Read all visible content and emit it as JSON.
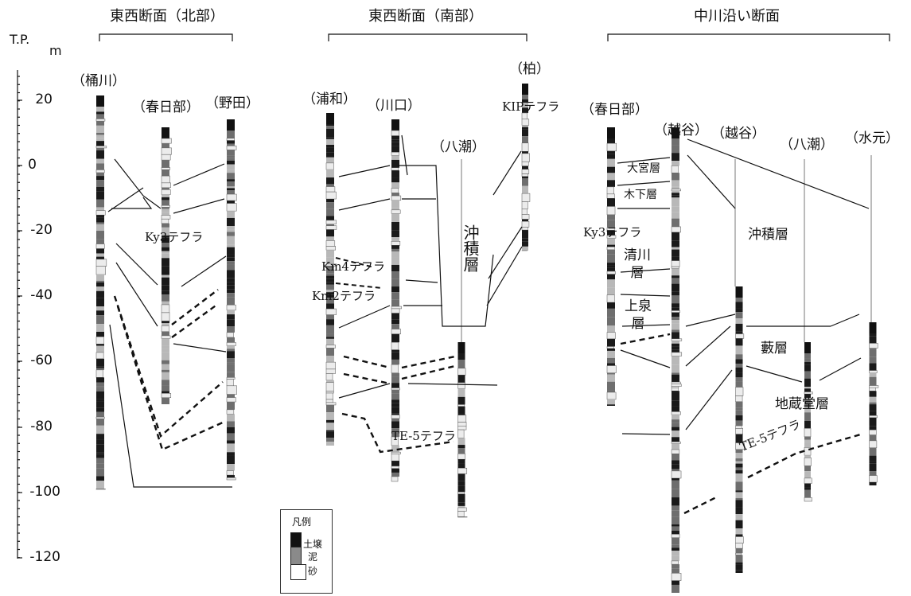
{
  "headers": {
    "left": "東西断面（北部）",
    "middle": "東西断面（南部）",
    "right": "中川沿い断面"
  },
  "axis": {
    "title": "T.P.",
    "unit": "m",
    "ticks": [
      "20",
      "0",
      "-20",
      "-40",
      "-60",
      "-80",
      "-100",
      "-120"
    ]
  },
  "boreholes": {
    "okegawa": "（桶川）",
    "kasukabe_n": "（春日部）",
    "noda": "（野田）",
    "urawa": "（浦和）",
    "kawaguchi": "（川口）",
    "kashiwa": "（柏）",
    "yashio_s": "（八潮）",
    "kasukabe_r": "（春日部）",
    "koshigaya1": "（越谷）",
    "koshigaya2": "（越谷）",
    "yashio_r": "（八潮）",
    "mizumoto": "（水元）"
  },
  "tephra": {
    "ky3_north": "Ky3テフラ",
    "kip": "KIPテフラ",
    "km4": "Km4テフラ",
    "km2": "Km2テフラ",
    "te5_south": "TE-5テフラ",
    "ky3_river": "Ky3テフラ",
    "te5_river": "TE-5テフラ"
  },
  "formations": {
    "chuseki_vertical": "沖積層",
    "omiya": "大宮層",
    "kioroshi": "木下層",
    "chuseki": "沖積層",
    "kiyokawa": "清川層",
    "kamiizumi": "上泉層",
    "yabu": "藪層",
    "jizodo": "地蔵堂層"
  },
  "legend": {
    "title": "凡例",
    "items": [
      "土壌",
      "泥",
      "砂"
    ]
  }
}
